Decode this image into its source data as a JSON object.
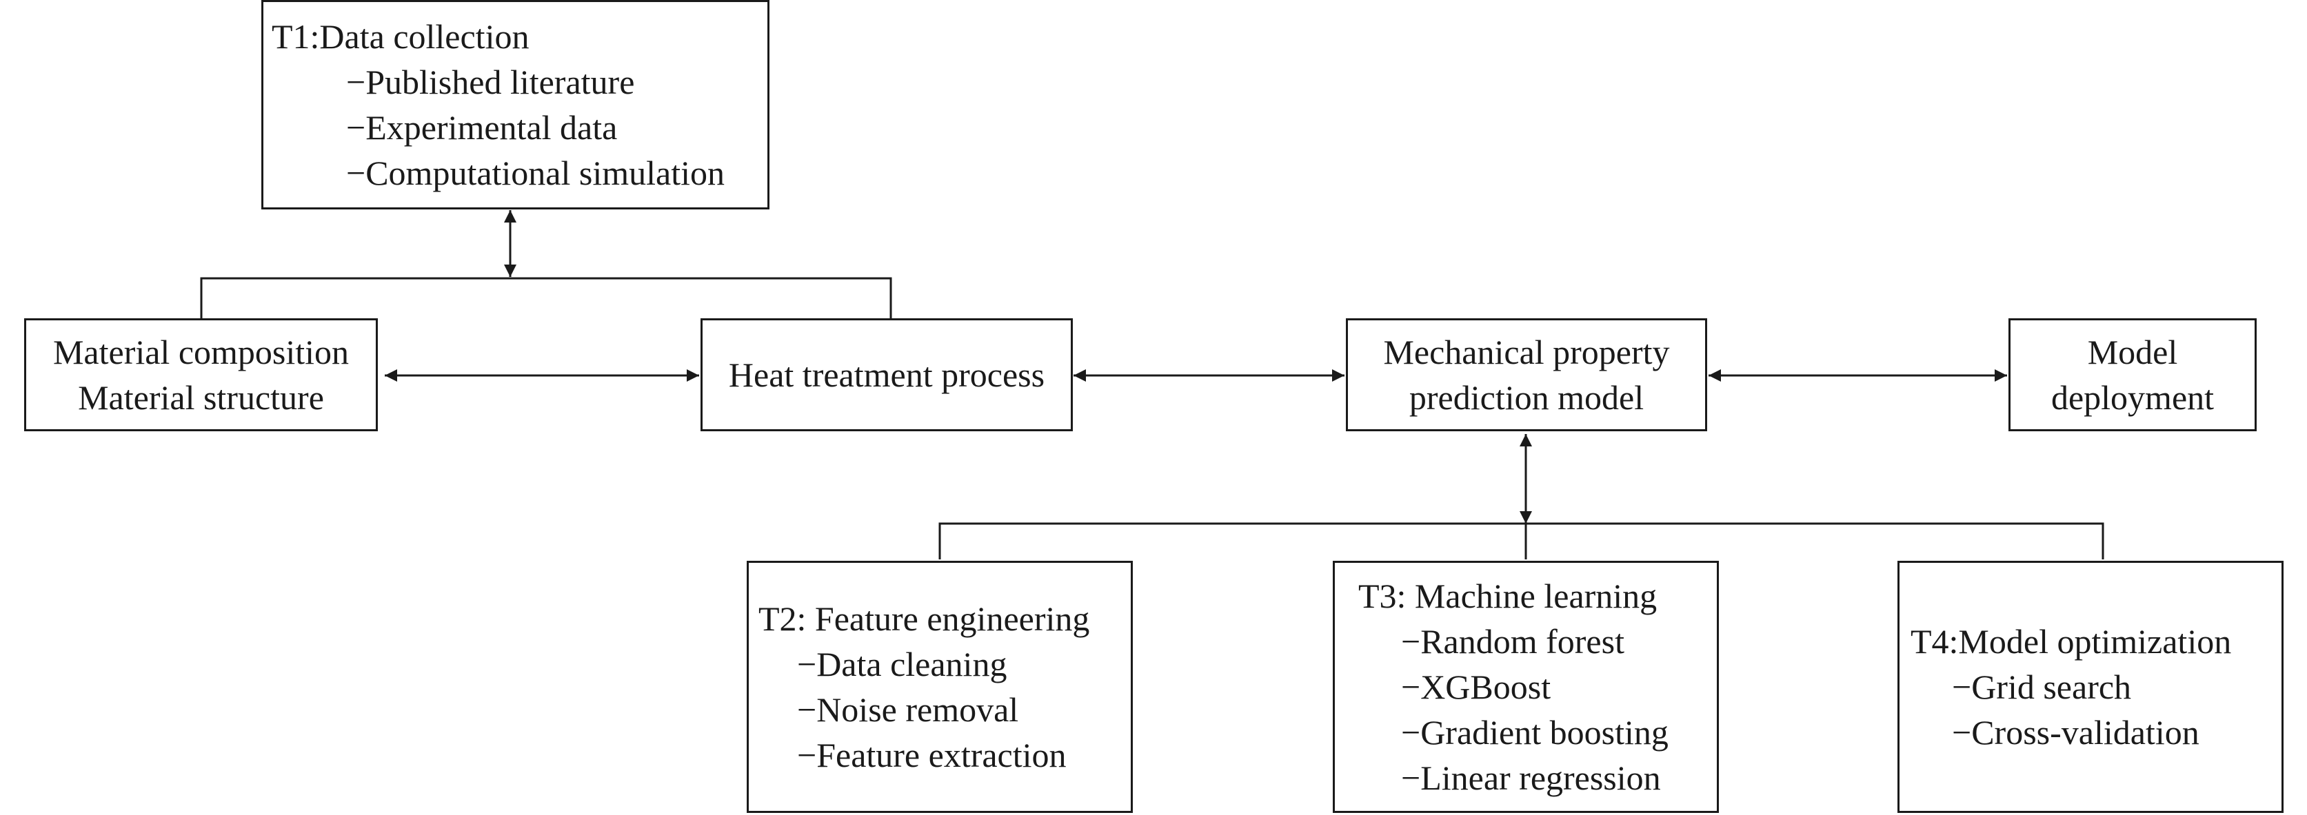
{
  "t1": {
    "title": "T1:Data collection",
    "items": [
      "−Published literature",
      "−Experimental data",
      "−Computational simulation"
    ]
  },
  "material": {
    "line1": "Material composition",
    "line2": "Material structure"
  },
  "heat": {
    "label": "Heat treatment process"
  },
  "mech": {
    "line1": "Mechanical property",
    "line2": "prediction model"
  },
  "deploy": {
    "line1": "Model",
    "line2": "deployment"
  },
  "t2": {
    "title": "T2: Feature engineering",
    "items": [
      "−Data cleaning",
      "−Noise removal",
      "−Feature extraction"
    ]
  },
  "t3": {
    "title": "T3: Machine learning",
    "items": [
      "−Random forest",
      "−XGBoost",
      "−Gradient boosting",
      "−Linear regression"
    ]
  },
  "t4": {
    "title": "T4:Model optimization",
    "items": [
      "−Grid search",
      "−Cross-validation"
    ]
  }
}
